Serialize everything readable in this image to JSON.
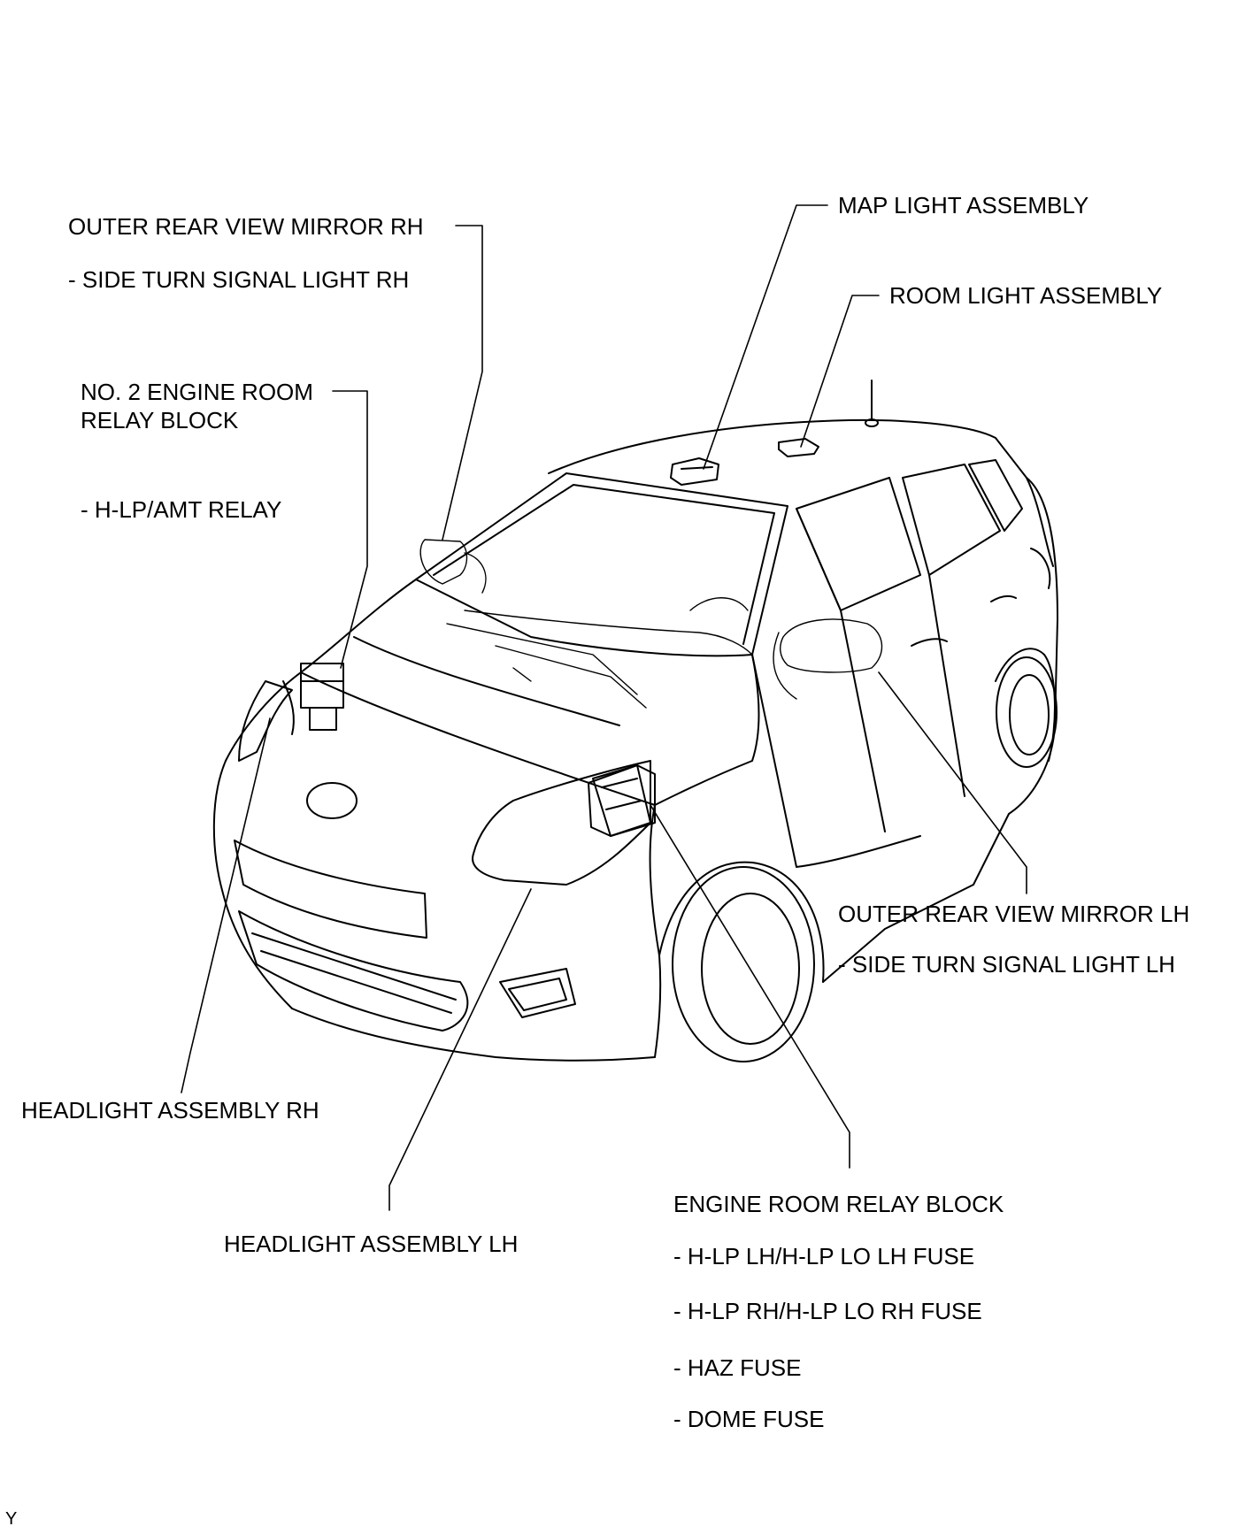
{
  "labels": {
    "outer_mirror_rh": "OUTER REAR VIEW MIRROR RH",
    "outer_mirror_rh_sub": "- SIDE TURN SIGNAL LIGHT RH",
    "no2_relay_block_line1": "NO. 2 ENGINE ROOM",
    "no2_relay_block_line2": "RELAY BLOCK",
    "no2_relay_block_sub": "- H-LP/AMT RELAY",
    "map_light": "MAP LIGHT ASSEMBLY",
    "room_light": "ROOM LIGHT ASSEMBLY",
    "outer_mirror_lh": "OUTER REAR VIEW MIRROR LH",
    "outer_mirror_lh_sub": "- SIDE TURN SIGNAL LIGHT LH",
    "headlight_rh": "HEADLIGHT ASSEMBLY RH",
    "headlight_lh": "HEADLIGHT ASSEMBLY LH",
    "engine_relay_block": "ENGINE ROOM RELAY BLOCK",
    "engine_relay_fuses": [
      "- H-LP LH/H-LP LO LH FUSE",
      "- H-LP RH/H-LP LO RH FUSE",
      "- HAZ FUSE",
      "- DOME FUSE"
    ],
    "corner_mark": "Y"
  }
}
